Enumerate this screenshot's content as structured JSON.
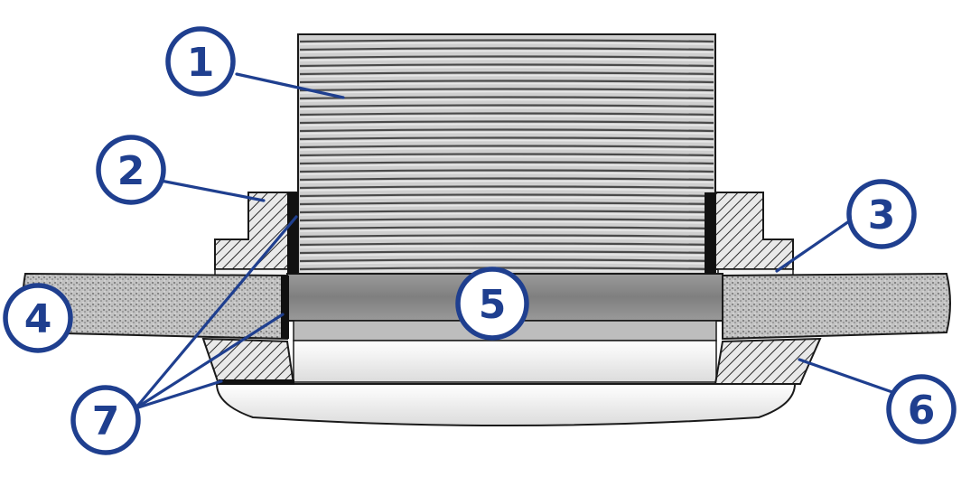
{
  "callouts": [
    {
      "id": "1",
      "label": "1"
    },
    {
      "id": "2",
      "label": "2"
    },
    {
      "id": "3",
      "label": "3"
    },
    {
      "id": "4",
      "label": "4"
    },
    {
      "id": "5",
      "label": "5"
    },
    {
      "id": "6",
      "label": "6"
    },
    {
      "id": "7",
      "label": "7"
    }
  ],
  "colors": {
    "callout_blue": "#1f3f8f",
    "outline": "#1a1a1a",
    "hull_fill": "#b9b9b9",
    "thread_light": "#d6d6d6",
    "thread_dark": "#4a4a4a",
    "spacer_fill": "#8d8d8d",
    "flange_fill": "#f2f2f2"
  }
}
